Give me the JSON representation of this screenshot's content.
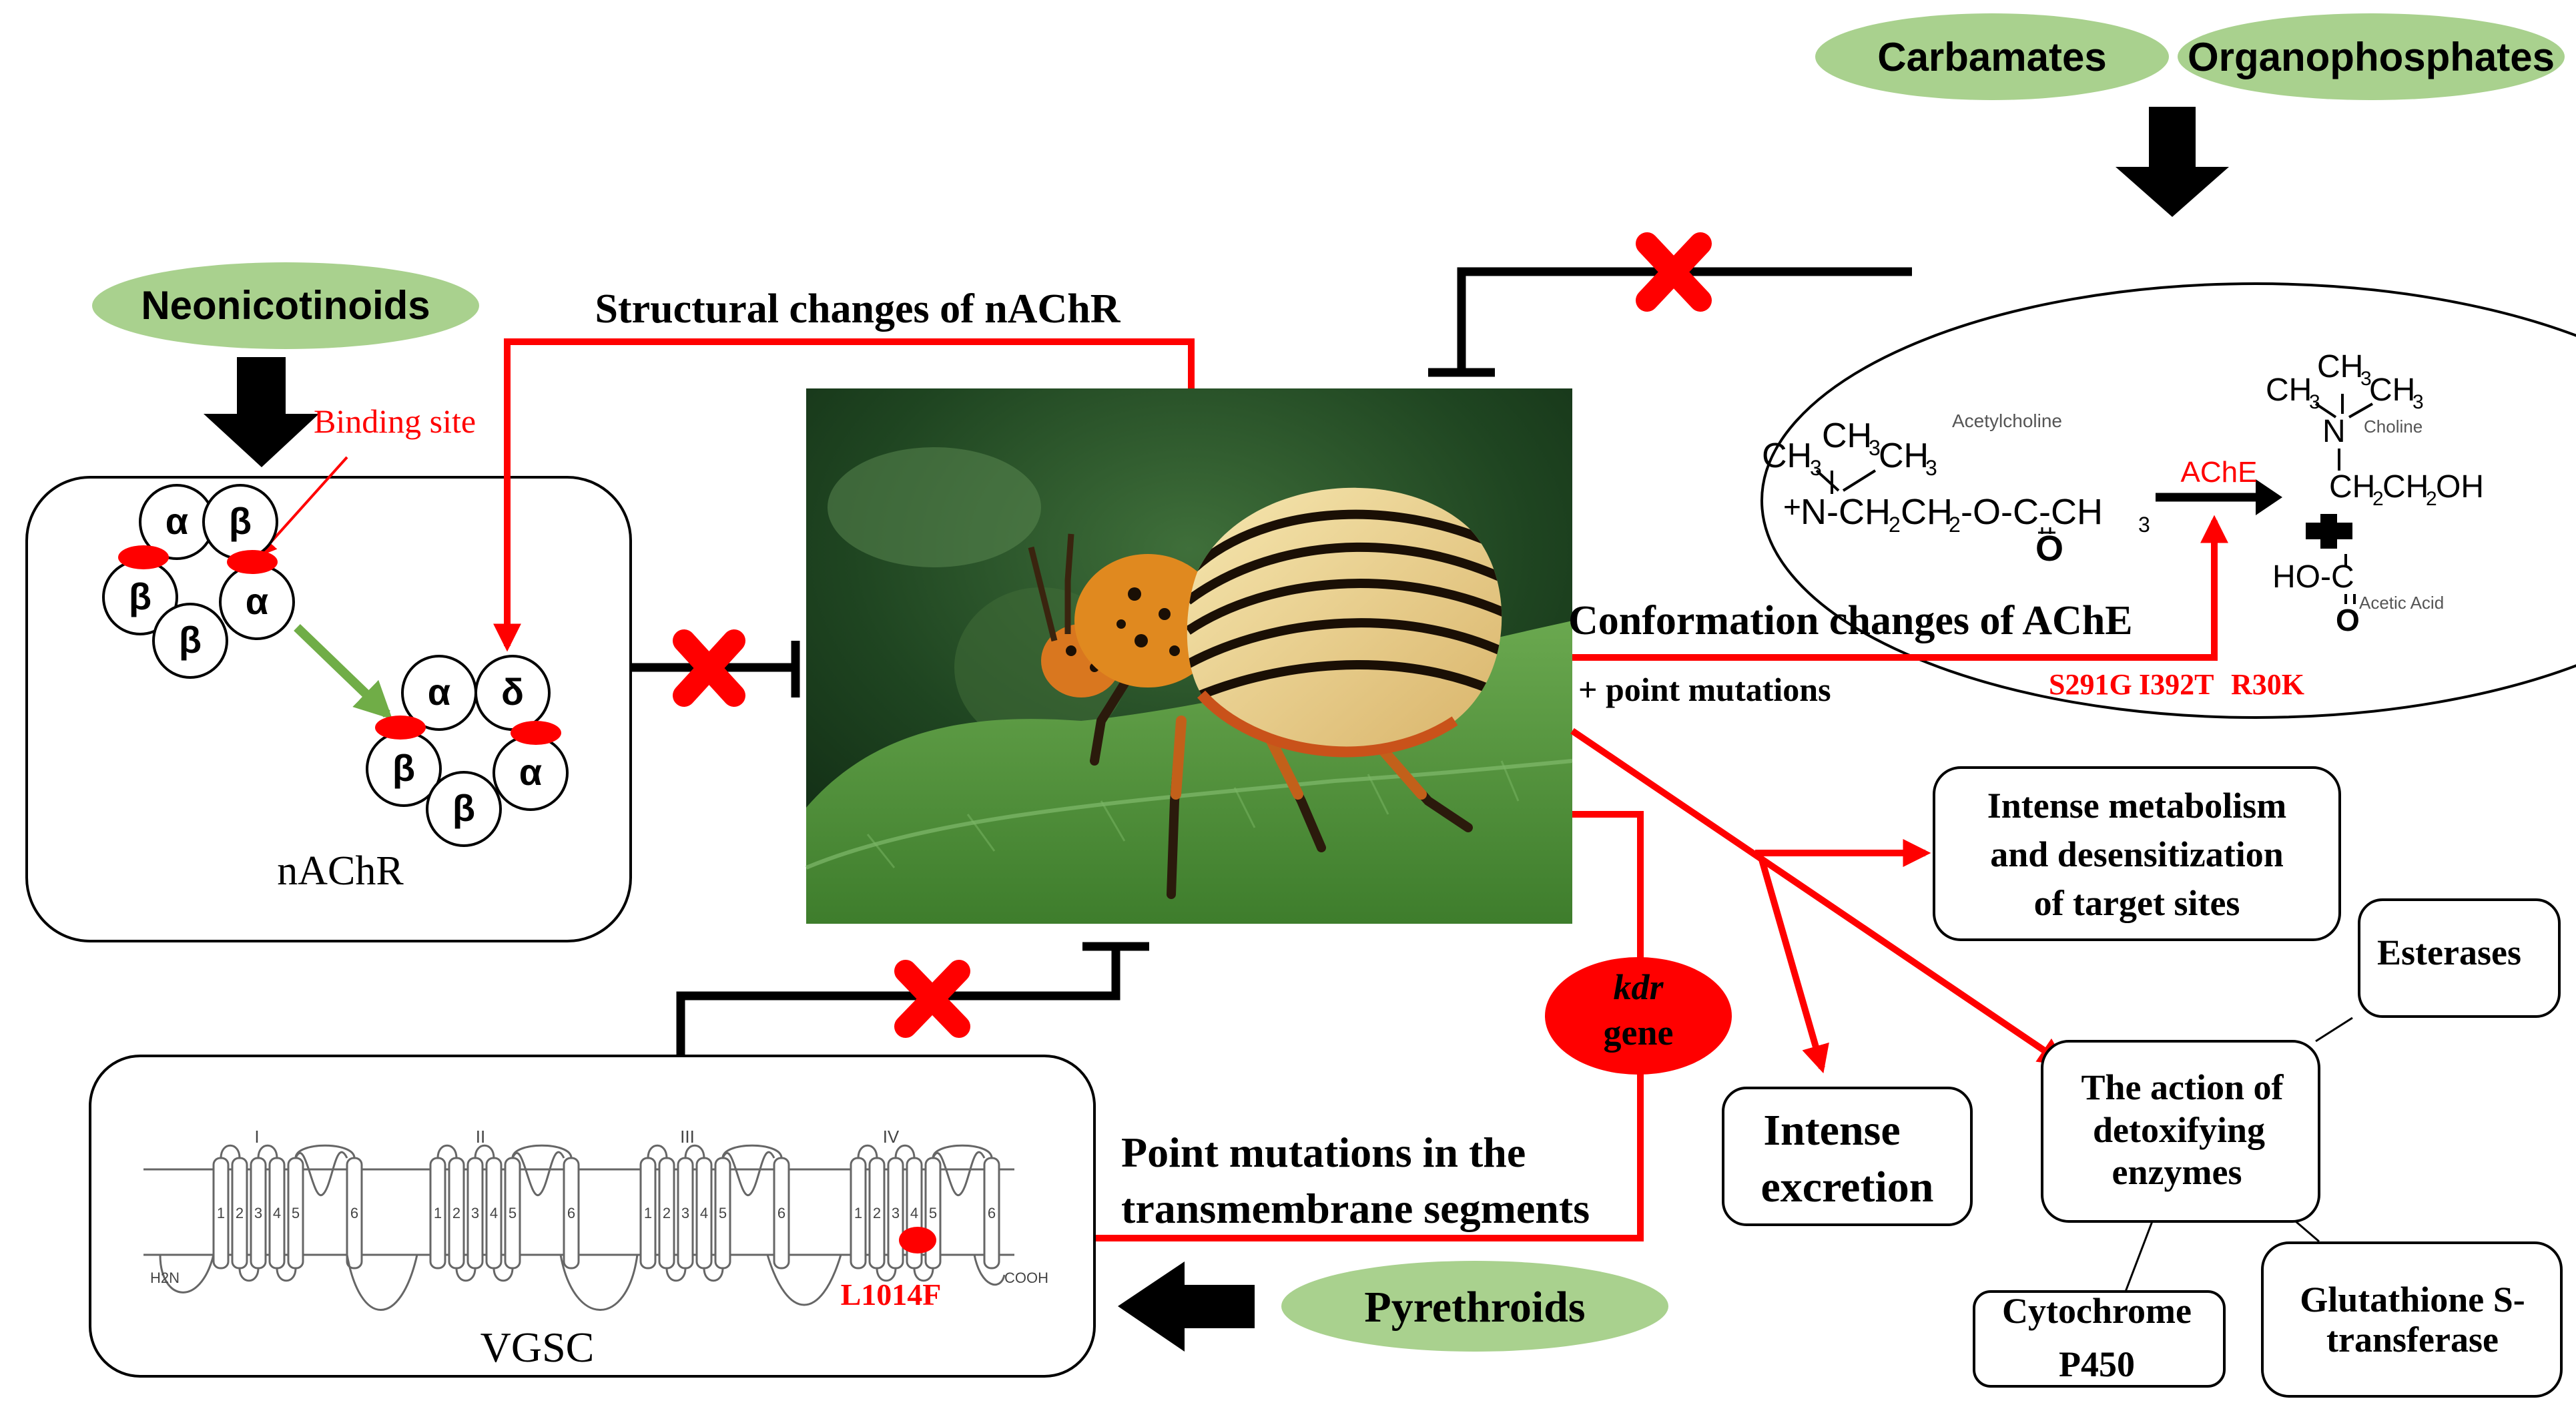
{
  "pills": {
    "carbamates": "Carbamates",
    "organophosphates": "Organophosphates",
    "neonicotinoids": "Neonicotinoids",
    "pyrethroids": "Pyrethroids"
  },
  "nachr": {
    "binding_site": "Binding site",
    "caption": "nAChR",
    "before": {
      "s1": "α",
      "s2": "β",
      "s3": "β",
      "s4": "β",
      "s5": "α"
    },
    "after": {
      "s1": "α",
      "s2": "δ",
      "s3": "β",
      "s4": "β",
      "s5": "α"
    }
  },
  "links": {
    "structural": "Structural changes of nAChR",
    "conformation": "Conformation changes of  AChE",
    "point_mutations": "+ point mutations",
    "ache_mutations": {
      "m1": "S291G",
      "m2": "I392T",
      "m3": "R30K"
    },
    "transmembrane_1": "Point mutations in the",
    "transmembrane_2": "transmembrane segments"
  },
  "reaction": {
    "acetylcholine_label": "Acetylcholine",
    "enzyme": "AChE",
    "choline_label": "Choline",
    "acetic_label": "Acetic Acid"
  },
  "kdr": {
    "line1": "kdr",
    "line2": "gene"
  },
  "vgsc": {
    "caption": "VGSC",
    "domains": [
      "I",
      "II",
      "III",
      "IV"
    ],
    "mutation": "L1014F",
    "n_term": "H2N",
    "c_term": "COOH"
  },
  "mechanisms": {
    "metabolism": [
      "Intense metabolism",
      "and desensitization",
      "of target sites"
    ],
    "excretion": [
      "Intense",
      "excretion"
    ],
    "detox": [
      "The action of",
      "detoxifying",
      "enzymes"
    ],
    "esterases": "Esterases",
    "p450": [
      "Cytochrome",
      "P450"
    ],
    "gst": [
      "Glutathione S-",
      "transferase"
    ]
  },
  "colors": {
    "red": "#ff0000",
    "pill_green": "#a9d18e",
    "arrow_green": "#70ad47",
    "black": "#000000"
  }
}
